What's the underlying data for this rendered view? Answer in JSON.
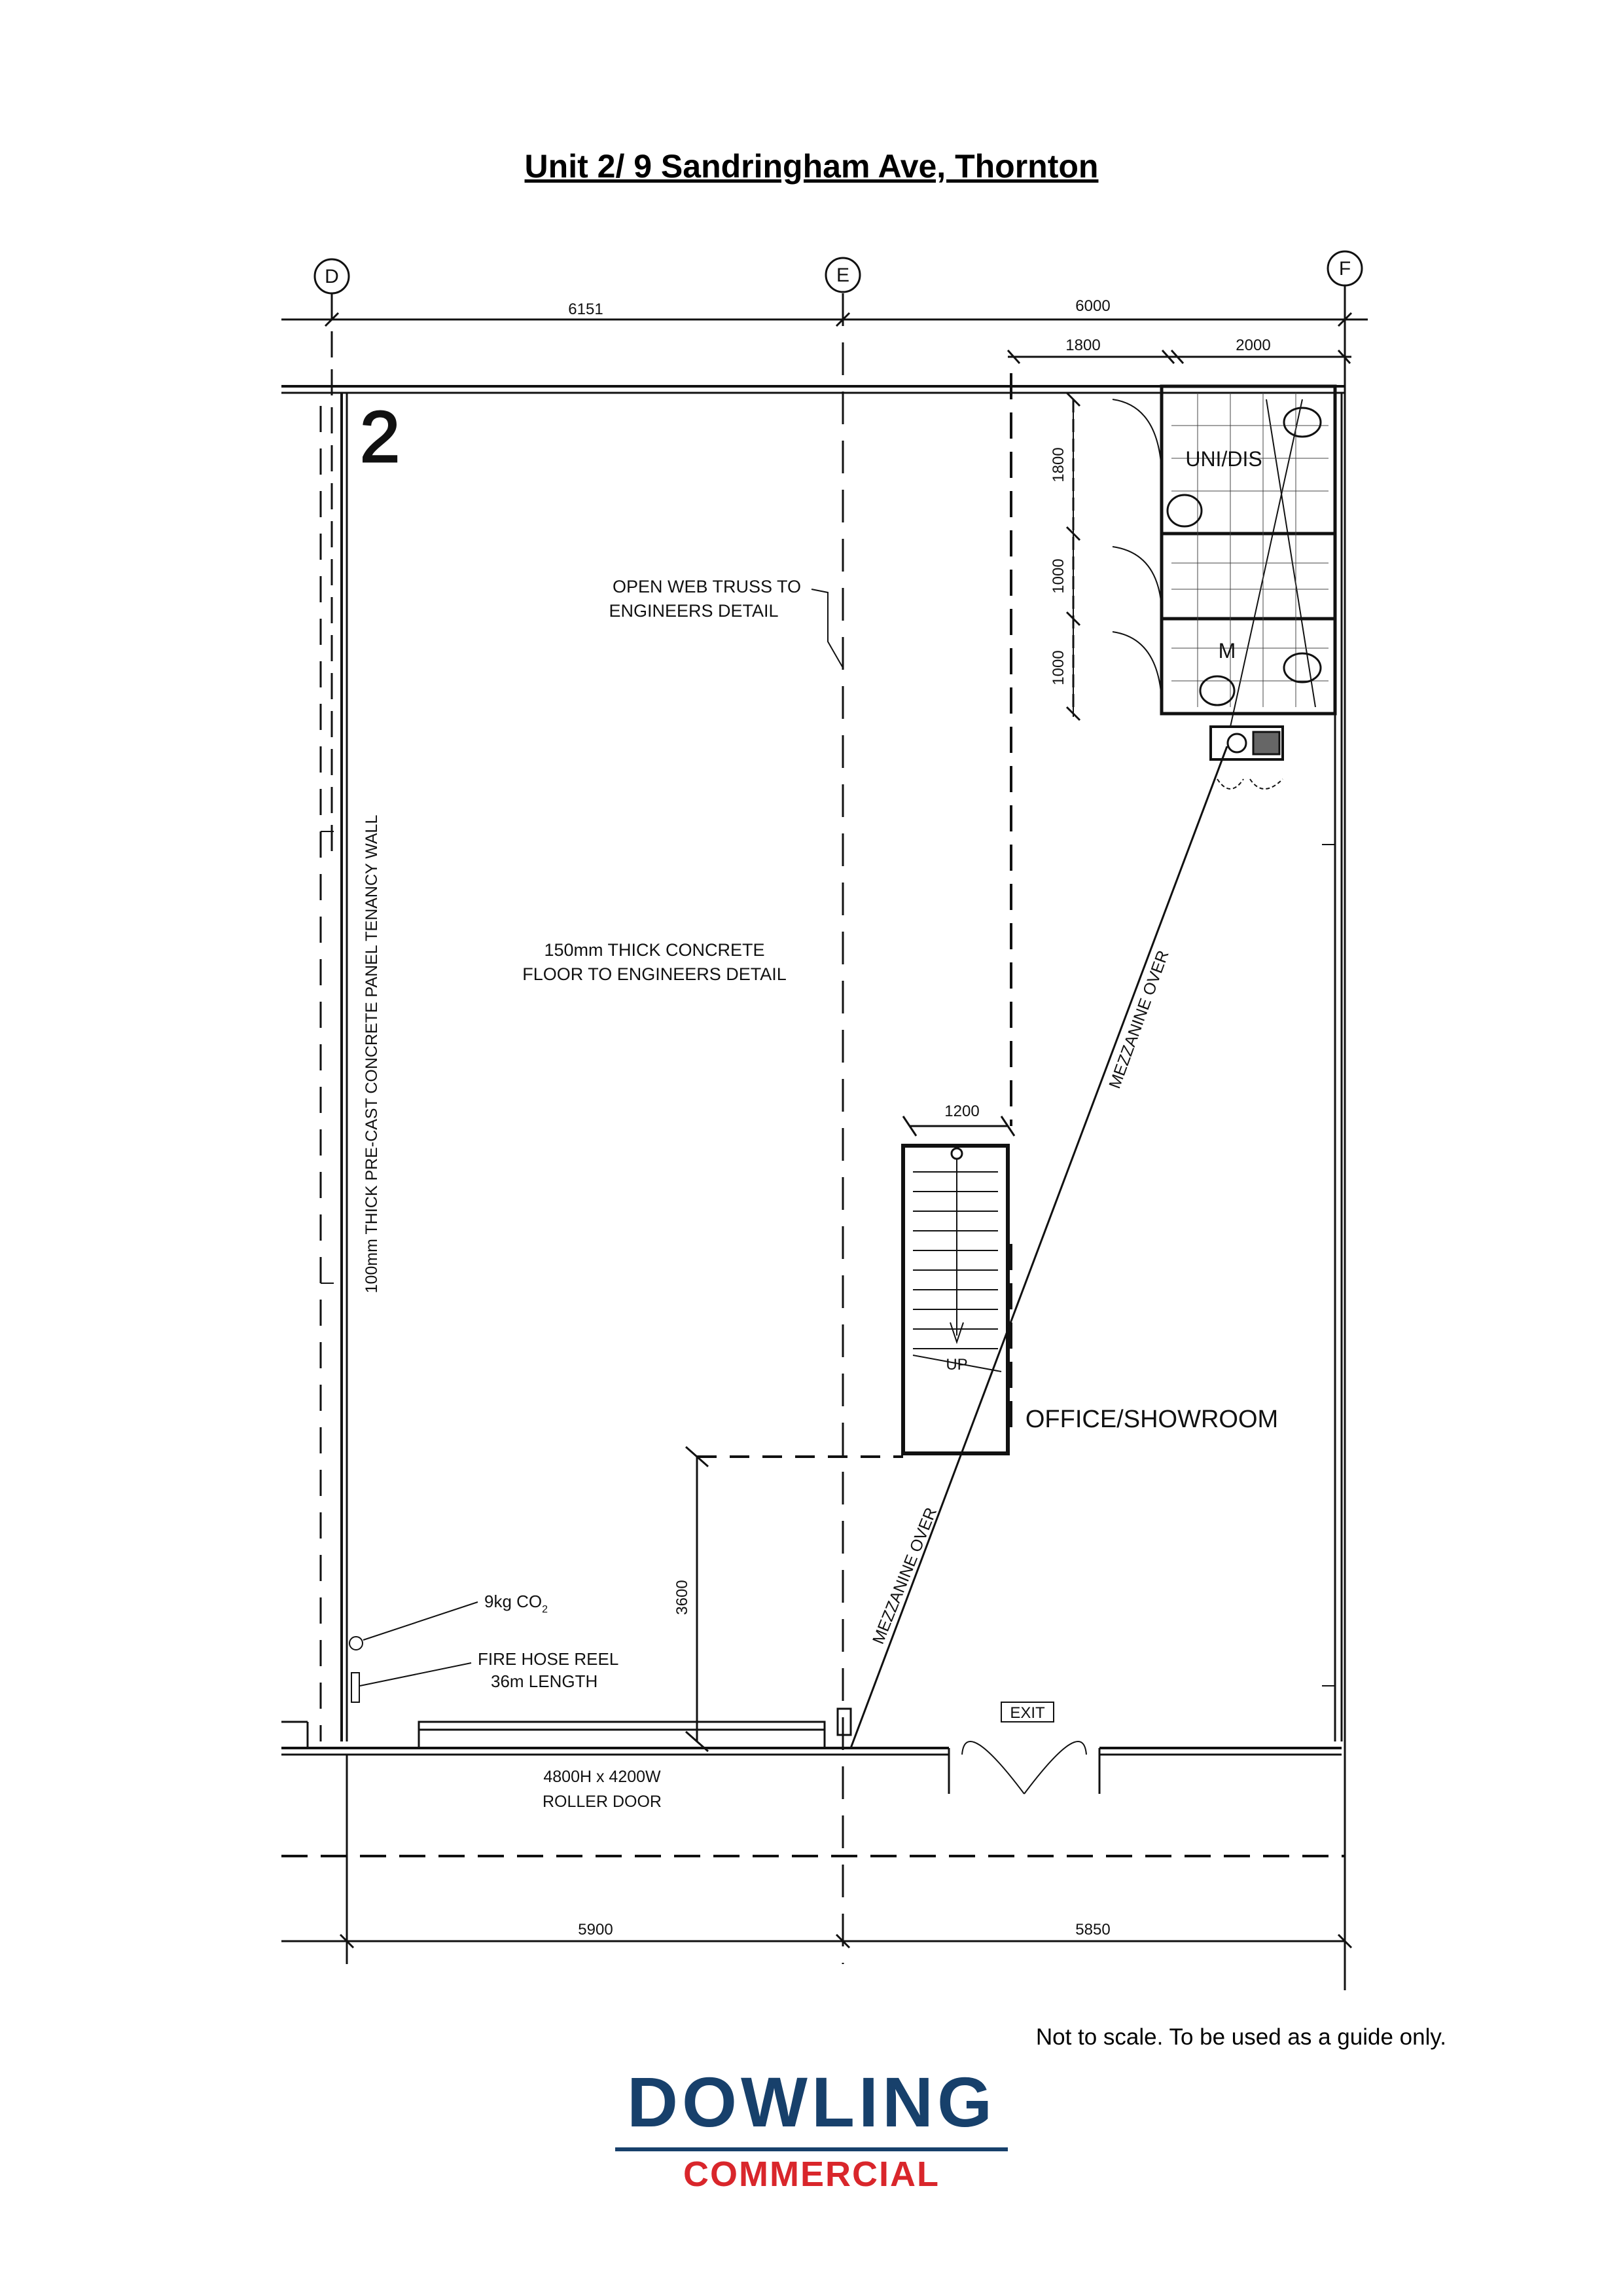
{
  "title": "Unit 2/ 9 Sandringham Ave, Thornton",
  "grid": {
    "d": "D",
    "e": "E",
    "f": "F"
  },
  "unit_number": "2",
  "dims": {
    "top_de": "6151",
    "top_ef": "6000",
    "top_1800": "1800",
    "top_2000": "2000",
    "v_1800": "1800",
    "v_1000a": "1000",
    "v_1000b": "1000",
    "stair_w": "1200",
    "v_3600": "3600",
    "bottom_de": "5900",
    "bottom_ef": "5850"
  },
  "labels": {
    "truss_1": "OPEN WEB TRUSS TO",
    "truss_2": "ENGINEERS DETAIL",
    "floor_1": "150mm THICK CONCRETE",
    "floor_2": "FLOOR TO ENGINEERS DETAIL",
    "wall": "100mm THICK PRE-CAST CONCRETE PANEL TENANCY WALL",
    "toilet_uni": "UNI/DIS",
    "toilet_m": "M",
    "mezz_upper": "MEZZANINE OVER",
    "mezz_lower": "MEZZANINE OVER",
    "stair_up": "UP",
    "office": "OFFICE/SHOWROOM",
    "co2_1": "9kg CO",
    "co2_sub": "2",
    "hose_1": "FIRE HOSE REEL",
    "hose_2": "36m LENGTH",
    "exit": "EXIT",
    "door_1": "4800H x 4200W",
    "door_2": "ROLLER DOOR"
  },
  "note": "Not to scale. To be used as a guide only.",
  "logo": {
    "name": "DOWLING",
    "sub": "COMMERCIAL",
    "name_color": "#17406b",
    "sub_color": "#d9262b"
  }
}
